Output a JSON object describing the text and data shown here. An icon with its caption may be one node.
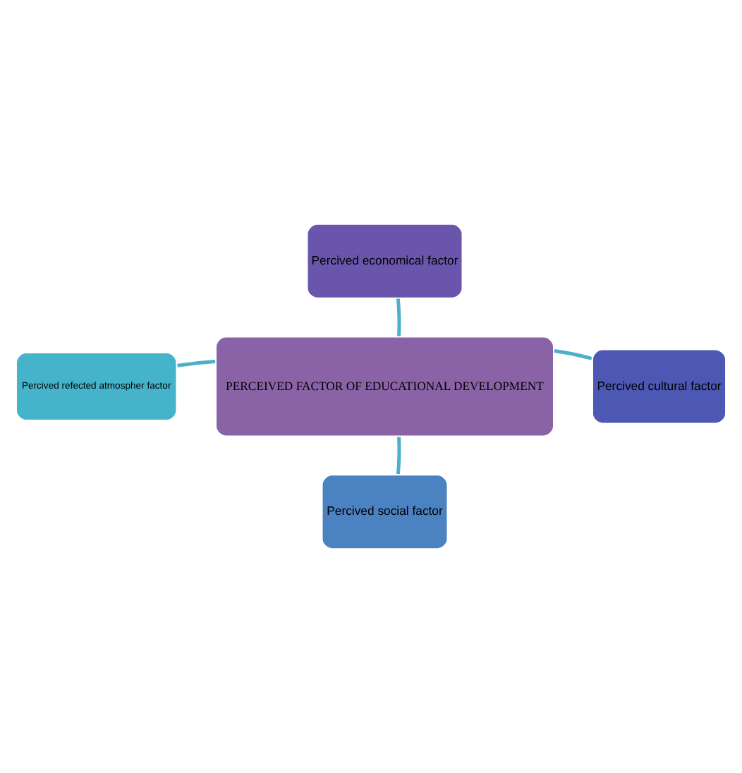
{
  "diagram": {
    "nodes": [
      {
        "text": [
          "PERCEIVED FACTOR OF EDUCATIONAL DEVELOPMENT"
        ]
      },
      {
        "text": [
          "Percived economical factor"
        ]
      },
      {
        "text": [
          "Percived refected atmospher factor"
        ]
      },
      {
        "text": [
          "Percived cultural factor"
        ]
      },
      {
        "text": [
          "Percived social factor"
        ]
      }
    ],
    "edges": [
      {
        "from": 0,
        "to": 1,
        "arrow": "none"
      },
      {
        "from": 0,
        "to": 2,
        "arrow": "none"
      },
      {
        "from": 0,
        "to": 3,
        "arrow": "none"
      },
      {
        "from": 0,
        "to": 4,
        "arrow": "none"
      }
    ]
  }
}
